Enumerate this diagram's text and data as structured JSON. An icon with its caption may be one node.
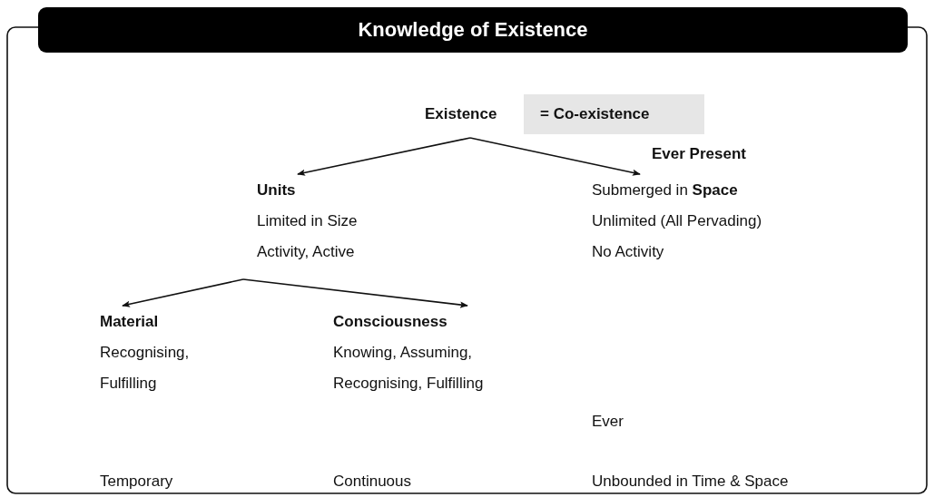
{
  "diagram": {
    "title": "Knowledge of Existence",
    "nodes": [
      {
        "text": [
          "Existence"
        ]
      },
      {
        "text": [
          "= Co-existence"
        ]
      },
      {
        "text": [
          "Units",
          "Limited in Size",
          "Activity, Active"
        ]
      },
      {
        "text": [
          "Submerged in **Space**",
          "Unlimited (All Pervading)",
          "No Activity"
        ]
      },
      {
        "text": [
          "Material",
          "Recognising, Fulfilling"
        ]
      },
      {
        "text": [
          "Consciousness",
          "Knowing, Assuming, Recognising, Fulfilling"
        ]
      }
    ],
    "edges": [
      {
        "from": 0,
        "to": 2,
        "arrow": "to"
      },
      {
        "from": 0,
        "to": 3,
        "arrow": "to"
      },
      {
        "from": 2,
        "to": 4,
        "arrow": "to"
      },
      {
        "from": 2,
        "to": 5,
        "arrow": "to"
      }
    ],
    "labels": [
      "Ever Present",
      "Ever",
      "Temporary",
      "Continuous",
      "Unbounded in Time & Space"
    ]
  }
}
